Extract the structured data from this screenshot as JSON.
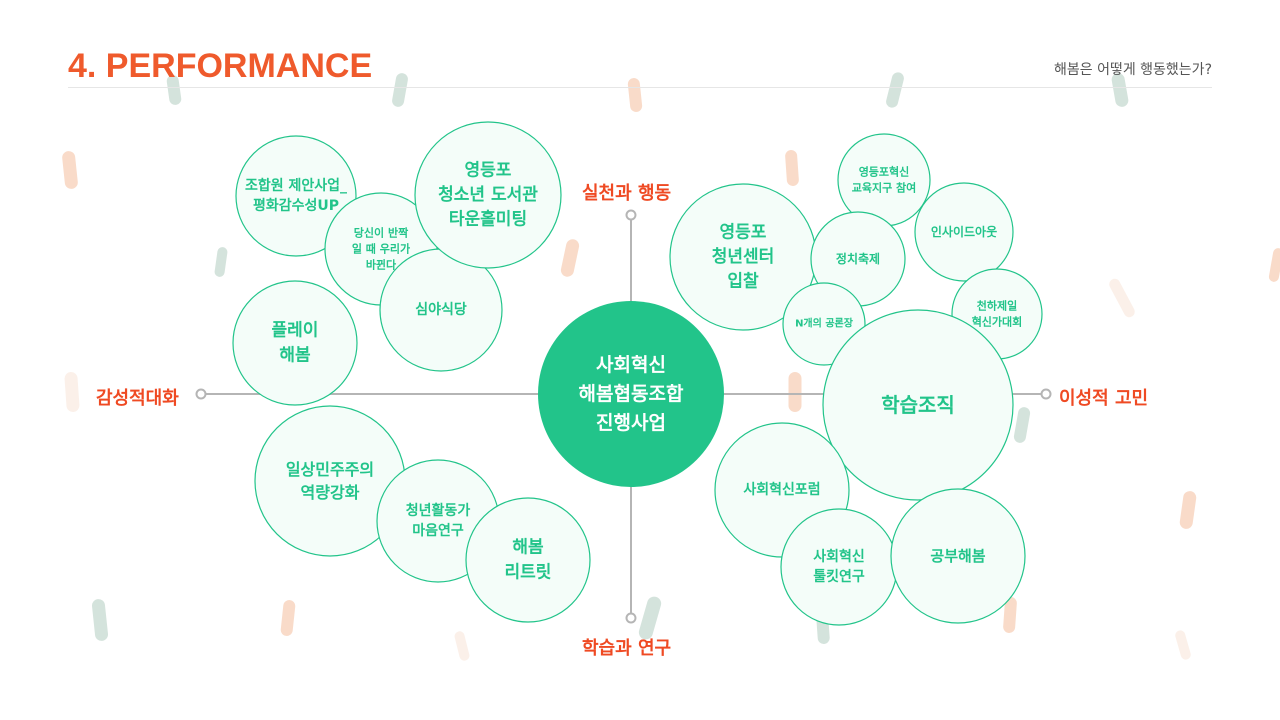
{
  "header": {
    "title": "4. PERFORMANCE",
    "subtitle": "해봄은 어떻게 행동했는가?"
  },
  "colors": {
    "accent_orange": "#ef5a2c",
    "green": "#22c48a",
    "node_fill": "#f4fdf9",
    "node_stroke": "#22c48a",
    "axis_line": "#b5b5b5"
  },
  "axes": {
    "top": "실천과 행동",
    "bottom": "학습과 연구",
    "left": "감성적대화",
    "right": "이성적 고민"
  },
  "center": {
    "lines": [
      "사회혁신",
      "해봄협동조합",
      "진행사업"
    ]
  },
  "nodes": [
    {
      "id": "cooperative-proposal",
      "lines": [
        "조합원 제안사업_",
        "평화감수성UP"
      ]
    },
    {
      "id": "when-you-shine",
      "lines": [
        "당신이 반짝",
        "일 때 우리가",
        "바뀐다"
      ]
    },
    {
      "id": "late-night-diner",
      "lines": [
        "심야식당"
      ]
    },
    {
      "id": "youth-library-townhall",
      "lines": [
        "영등포",
        "청소년 도서관",
        "타운홀미팅"
      ]
    },
    {
      "id": "play-haebom",
      "lines": [
        "플레이",
        "해봄"
      ]
    },
    {
      "id": "daily-democracy",
      "lines": [
        "일상민주주의",
        "역량강화"
      ]
    },
    {
      "id": "youth-activist-mind",
      "lines": [
        "청년활동가",
        "마음연구"
      ]
    },
    {
      "id": "haebom-retreat",
      "lines": [
        "해봄",
        "리트릿"
      ]
    },
    {
      "id": "youth-center-bid",
      "lines": [
        "영등포",
        "청년센터",
        "입찰"
      ]
    },
    {
      "id": "education-district",
      "lines": [
        "영등포혁신",
        "교육지구 참여"
      ]
    },
    {
      "id": "politics-festival",
      "lines": [
        "정치축제"
      ]
    },
    {
      "id": "inside-out",
      "lines": [
        "인사이드아웃"
      ]
    },
    {
      "id": "n-public-square",
      "lines": [
        "N개의 공론장"
      ]
    },
    {
      "id": "best-innovation-contest",
      "lines": [
        "천하제일",
        "혁신가대회"
      ]
    },
    {
      "id": "learning-organization",
      "lines": [
        "학습조직"
      ]
    },
    {
      "id": "social-innovation-forum",
      "lines": [
        "사회혁신포럼"
      ]
    },
    {
      "id": "social-innovation-toolkit",
      "lines": [
        "사회혁신",
        "툴킷연구"
      ]
    },
    {
      "id": "study-haebom",
      "lines": [
        "공부해봄"
      ]
    }
  ]
}
